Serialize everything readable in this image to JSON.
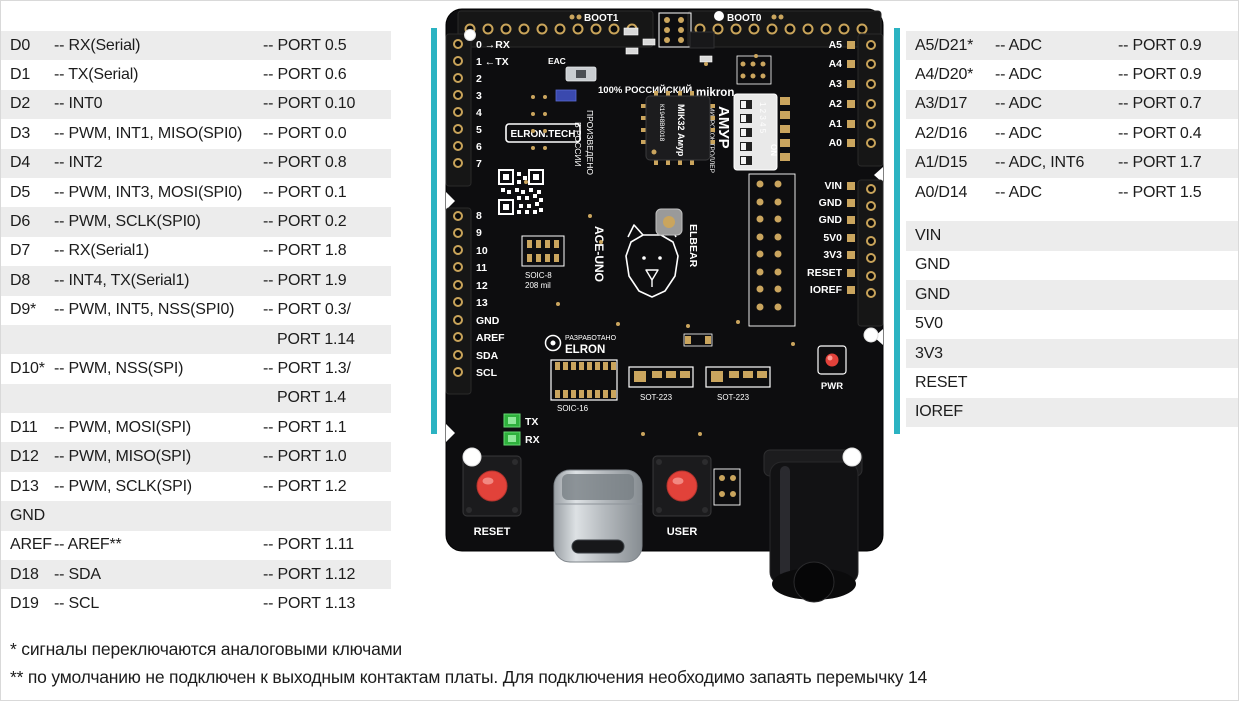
{
  "colors": {
    "accent_teal": "#2BB3C2",
    "row_stripe": "#ECECEC",
    "text": "#1C1C1C",
    "pcb_black": "#0D0D0F",
    "pad_gold": "#CAA55E",
    "led_green": "#2FB13D",
    "led_red": "#E2413A",
    "button_red": "#E2423A"
  },
  "left_table": {
    "rows": [
      {
        "pin": "D0",
        "func": "-- RX(Serial)",
        "port": "-- PORT 0.5"
      },
      {
        "pin": "D1",
        "func": "-- TX(Serial)",
        "port": "-- PORT 0.6"
      },
      {
        "pin": "D2",
        "func": "-- INT0",
        "port": "-- PORT 0.10"
      },
      {
        "pin": "D3",
        "func": "-- PWM, INT1, MISO(SPI0)",
        "port": "-- PORT 0.0"
      },
      {
        "pin": "D4",
        "func": "-- INT2",
        "port": "-- PORT 0.8"
      },
      {
        "pin": "D5",
        "func": "-- PWM, INT3, MOSI(SPI0)",
        "port": "-- PORT 0.1"
      },
      {
        "pin": "D6",
        "func": "-- PWM, SCLK(SPI0)",
        "port": "-- PORT 0.2"
      },
      {
        "pin": "D7",
        "func": "-- RX(Serial1)",
        "port": "-- PORT 1.8"
      },
      {
        "pin": "D8",
        "func": "-- INT4, TX(Serial1)",
        "port": "-- PORT 1.9"
      },
      {
        "pin": "D9*",
        "func": "-- PWM, INT5, NSS(SPI0)",
        "port": "-- PORT 0.3/"
      },
      {
        "pin": "",
        "func": "",
        "port": "PORT 1.14"
      },
      {
        "pin": "D10*",
        "func": "-- PWM, NSS(SPI)",
        "port": "-- PORT 1.3/"
      },
      {
        "pin": "",
        "func": "",
        "port": "PORT 1.4"
      },
      {
        "pin": "D11",
        "func": "-- PWM, MOSI(SPI)",
        "port": "-- PORT 1.1"
      },
      {
        "pin": "D12",
        "func": "-- PWM, MISO(SPI)",
        "port": "-- PORT 1.0"
      },
      {
        "pin": "D13",
        "func": "-- PWM, SCLK(SPI)",
        "port": "-- PORT 1.2"
      },
      {
        "pin": "GND",
        "func": "",
        "port": ""
      },
      {
        "pin": "AREF",
        "func": "-- AREF**",
        "port": "-- PORT 1.11"
      },
      {
        "pin": "D18",
        "func": "-- SDA",
        "port": "-- PORT 1.12"
      },
      {
        "pin": "D19",
        "func": "-- SCL",
        "port": "-- PORT 1.13"
      }
    ]
  },
  "right_table": {
    "rows": [
      {
        "pin": "A5/D21*",
        "func": "-- ADC",
        "port": "-- PORT 0.9"
      },
      {
        "pin": "A4/D20*",
        "func": "-- ADC",
        "port": "-- PORT 0.9"
      },
      {
        "pin": "A3/D17",
        "func": "-- ADC",
        "port": "-- PORT 0.7"
      },
      {
        "pin": "A2/D16",
        "func": "-- ADC",
        "port": "-- PORT 0.4"
      },
      {
        "pin": "A1/D15",
        "func": "-- ADC, INT6",
        "port": "-- PORT 1.7"
      },
      {
        "pin": "A0/D14",
        "func": "-- ADC",
        "port": "-- PORT 1.5"
      }
    ],
    "power_rows": [
      "VIN",
      "GND",
      "GND",
      "5V0",
      "3V3",
      "RESET",
      "IOREF"
    ]
  },
  "footnotes": [
    "* сигналы переключаются аналоговыми ключами",
    "** по умолчанию не подключен к выходным контактам платы. Для подключения необходимо запаять перемычку 14"
  ],
  "board": {
    "boot1": "BOOT1",
    "boot0": "BOOT0",
    "left_pins": [
      "0 →RX",
      "1 ←TX",
      "2",
      "3",
      "4",
      "5",
      "6",
      "7"
    ],
    "left_pins2": [
      "8",
      "9",
      "10",
      "11",
      "12",
      "13",
      "GND",
      "AREF",
      "SDA",
      "SCL"
    ],
    "right_pins": [
      "A5",
      "A4",
      "A3",
      "A2",
      "A1",
      "A0"
    ],
    "right_power": [
      "VIN",
      "GND",
      "GND",
      "5V0",
      "3V3",
      "RESET",
      "IOREF"
    ],
    "russian_pct": "100% РОССИЙСКИЙ",
    "mikron": "mikron",
    "amur": "АМУР",
    "mk_label": "МИКРОКОНТРОЛЛЕР",
    "chip_part": "К1948ВК018",
    "chip_name": "MIK32 Амур",
    "elron_tech": "ELRON.TECH",
    "produced": "ПРОИЗВЕДЕНО",
    "in_russia": "В РОССИИ",
    "eac": "ЕАС",
    "ace_uno": "ACE-UNO",
    "soic8": "SOIC-8",
    "soic8_mil": "208 mil",
    "elbear": "ELBEAR",
    "developed": "РАЗРАБОТАНО",
    "elron": "ELRON",
    "soic16": "SOIC-16",
    "sot223_left": "SOT-223",
    "sot223_right": "SOT-223",
    "tx": "TX",
    "rx": "RX",
    "pwr": "PWR",
    "dip_nums": "1 2 3 4 5",
    "dip_on": "ON",
    "reset_label": "RESET",
    "user_label": "USER"
  }
}
